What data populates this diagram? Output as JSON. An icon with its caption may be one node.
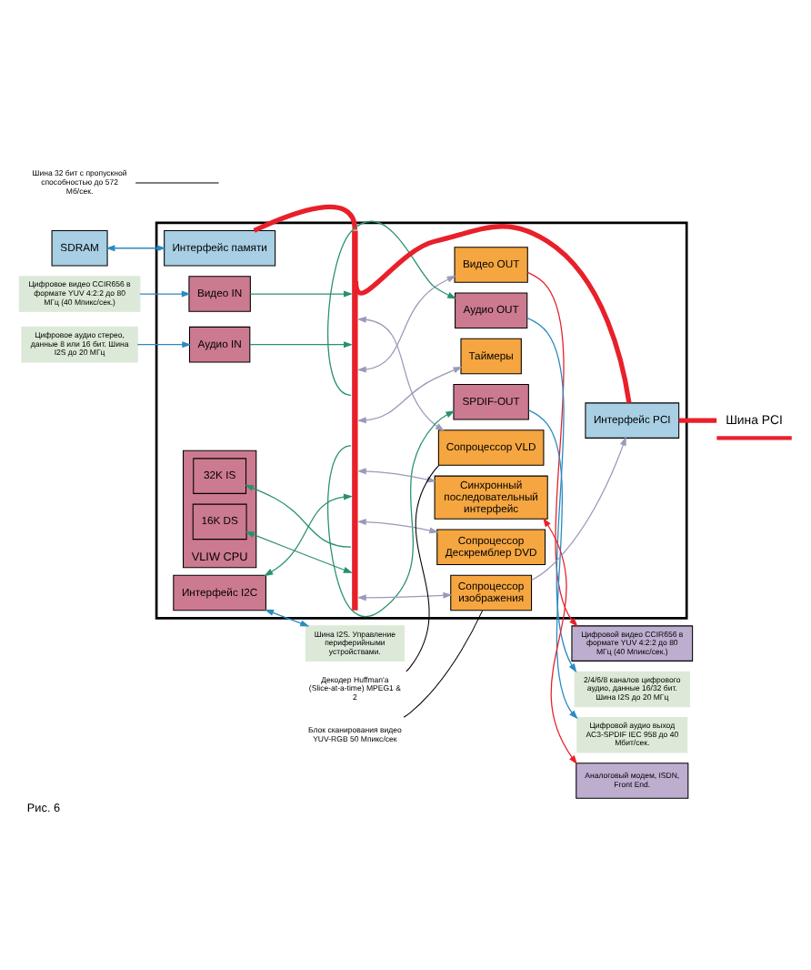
{
  "diagram": {
    "caption": "Рис. 6",
    "nodes": [
      {
        "text": [
          "SDRAM"
        ]
      },
      {
        "text": [],
        "shape": "box"
      },
      {
        "text": [
          "Интерфейс памяти"
        ],
        "in": 1
      },
      {
        "text": [
          "Видео IN"
        ],
        "in": 1
      },
      {
        "text": [
          "Сопроцессор VLD"
        ],
        "in": 1
      },
      {
        "text": [
          "Аудио IN"
        ],
        "in": 1
      },
      {
        "text": [
          "Видео OUT"
        ],
        "in": 1
      },
      {
        "text": [
          "Аудио OUT"
        ],
        "in": 1
      },
      {
        "text": [
          "Таймеры"
        ],
        "in": 1
      },
      {
        "text": [
          "SPDIF-OUT"
        ],
        "in": 1
      },
      {
        "text": [
          "Синхронный последовательный интерфейс"
        ],
        "in": 1
      },
      {
        "text": [
          "Интерфейс I2C"
        ],
        "in": 1
      },
      {
        "text": [
          "Сопроцессор Дескремблер DVD"
        ],
        "in": 1
      },
      {
        "text": [
          "VLIW CPU"
        ],
        "in": 1
      },
      {
        "text": [
          "32K IS"
        ],
        "in": 13
      },
      {
        "text": [
          "16K DS"
        ],
        "in": 13
      },
      {
        "text": [
          "Сопроцессор изображения"
        ],
        "in": 1
      },
      {
        "text": [
          "Интерфейс PCI"
        ],
        "in": 1
      },
      {
        "text": [
          "Шина PCI"
        ]
      },
      {
        "text": [
          "Цифровое видео CCIR656 в формате YUV 4:2:2 до 80 МГц (40 Мпикс/сек.)"
        ]
      },
      {
        "text": [
          "Цифровое аудио стерео, данные 8 или 16 бит. Шина I2S до 20 МГц"
        ]
      },
      {
        "text": [
          "2/4/6/8 каналов цифрового аудио, данные 16/32 бит. Шина I2S до 20 МГц"
        ]
      },
      {
        "text": [
          "Цифровой аудио выход AC3-SPDIF IEC 958 до 40 Мбит/сек."
        ]
      },
      {
        "text": [
          "Шина I2S. Управление периферийными устройствами."
        ]
      },
      {
        "text": [
          "Цифровой видео CCIR656 в формате YUV 4:2:2 до 80 МГц (40 Мпикс/сек.)"
        ]
      },
      {
        "text": [
          "Аналоговый модем, ISDN, Front End."
        ]
      },
      {
        "text": [
          "Декодер Huffman'а (Slice-at-a-time) MPEG1 & 2"
        ]
      },
      {
        "text": [
          "Блок сканирования видео YUV-RGB 50 Мпикс/сек"
        ]
      },
      {
        "text": [
          "Шина 32 бит с пропускной способностью до 572 Мб/сек."
        ]
      },
      {
        "text": [],
        "shape": "bar",
        "in": 1
      }
    ],
    "edges": [
      {
        "from": 0,
        "to": 2,
        "arrow": "both",
        "color": "#2a8ac0"
      },
      {
        "from": 28,
        "to": null,
        "arrow": "none",
        "color": "#000000"
      },
      {
        "from": 2,
        "to": 29,
        "arrow": "none",
        "style": "thick",
        "color": "#e8202a"
      },
      {
        "from": 29,
        "to": 17,
        "arrow": "none",
        "style": "thick",
        "color": "#e8202a"
      },
      {
        "from": 17,
        "to": 18,
        "arrow": "none",
        "style": "thick",
        "color": "#e8202a"
      },
      {
        "from": 19,
        "to": 3,
        "arrow": "to",
        "color": "#2a8ac0"
      },
      {
        "from": 3,
        "to": 29,
        "arrow": "to",
        "color": "#2a9070"
      },
      {
        "from": 29,
        "to": 4,
        "arrow": "both",
        "color": "#9a9ab8"
      },
      {
        "from": 26,
        "to": 4,
        "arrow": "none",
        "color": "#000000"
      },
      {
        "from": 20,
        "to": 5,
        "arrow": "to",
        "color": "#2a8ac0"
      },
      {
        "from": 5,
        "to": 29,
        "arrow": "to",
        "color": "#2a9070"
      },
      {
        "from": 29,
        "to": 6,
        "arrow": "both",
        "color": "#9a9ab8"
      },
      {
        "from": 6,
        "to": 24,
        "arrow": "to",
        "color": "#e8202a"
      },
      {
        "from": 29,
        "to": 7,
        "arrow": "to",
        "color": "#2a9070"
      },
      {
        "from": 7,
        "to": 21,
        "arrow": "to",
        "color": "#2a8ac0"
      },
      {
        "from": 29,
        "to": 8,
        "arrow": "both",
        "color": "#9a9ab8"
      },
      {
        "from": 29,
        "to": 9,
        "arrow": "to",
        "color": "#2a9070"
      },
      {
        "from": 9,
        "to": 22,
        "arrow": "to",
        "color": "#2a8ac0"
      },
      {
        "from": 29,
        "to": 10,
        "arrow": "both",
        "color": "#9a9ab8"
      },
      {
        "from": 10,
        "to": 25,
        "arrow": "both",
        "color": "#e8202a"
      },
      {
        "from": 11,
        "to": 29,
        "arrow": "both",
        "color": "#2a9070"
      },
      {
        "from": 29,
        "to": 12,
        "arrow": "both",
        "color": "#9a9ab8"
      },
      {
        "from": 11,
        "to": 23,
        "arrow": "both",
        "color": "#2a8ac0"
      },
      {
        "from": 29,
        "to": 14,
        "arrow": "to",
        "color": "#2a9070"
      },
      {
        "from": 15,
        "to": 29,
        "arrow": "both",
        "color": "#2a9070"
      },
      {
        "from": 29,
        "to": 16,
        "arrow": "both",
        "color": "#9a9ab8"
      },
      {
        "from": 27,
        "to": 16,
        "arrow": "none",
        "color": "#000000"
      },
      {
        "from": 16,
        "to": 17,
        "arrow": "to",
        "color": "#9a9ab8"
      }
    ]
  }
}
